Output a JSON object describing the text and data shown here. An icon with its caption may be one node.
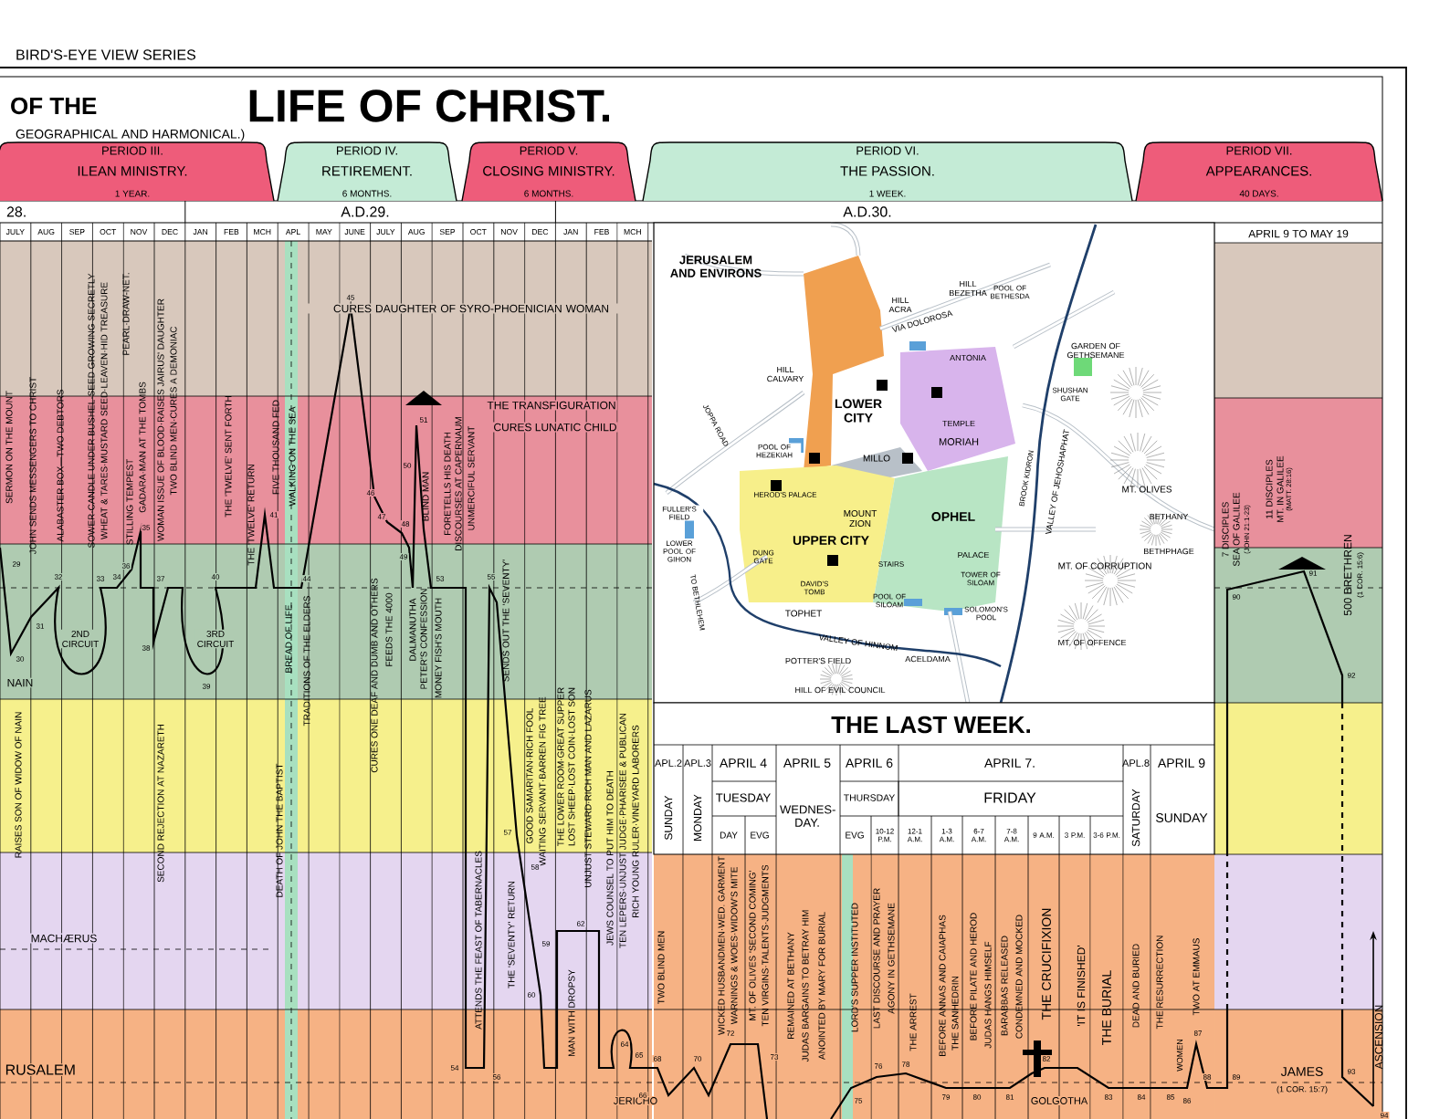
{
  "diagram": {
    "title": "LIFE OF CHRIST.",
    "nodes": [
      {
        "text": [
          "PERIOD III.",
          "ILEAN MINISTRY.",
          "1 YEAR."
        ]
      },
      {
        "text": [
          "PERIOD IV.",
          "RETIREMENT.",
          "6 MONTHS."
        ]
      },
      {
        "text": [
          "PERIOD V.",
          "CLOSING MINISTRY.",
          "6 MONTHS."
        ]
      },
      {
        "text": [
          "PERIOD VI.",
          "THE PASSION.",
          "1 WEEK."
        ]
      },
      {
        "text": [
          "PERIOD VII.",
          "APPEARANCES.",
          "40 DAYS."
        ]
      }
    ],
    "labels": [
      "BIRD'S-EYE VIEW SERIES",
      "OF THE",
      "GEOGRAPHICAL AND HARMONICAL.)",
      "28.",
      "A.D.29.",
      "A.D.30.",
      "JULY",
      "AUG",
      "SEP",
      "OCT",
      "NOV",
      "DEC",
      "JAN",
      "FEB",
      "MCH",
      "APL",
      "MAY",
      "JUNE",
      "JULY",
      "AUG",
      "SEP",
      "OCT",
      "NOV",
      "DEC",
      "JAN",
      "FEB",
      "MCH",
      "APRIL 9 TO MAY 19",
      "SERMON ON THE MOUNT",
      "JOHN SENDS MESSENGERS TO CHRIST",
      "ALABASTER BOX—TWO DEBTORS",
      "SOWER·CANDLE UNDER BUSHEL·SEED GROWING SECRETLY",
      "WHEAT & TARES·MUSTARD SEED·LEAVEN·HID TREASURE",
      "PEARL·DRAW-NET.",
      "STILLING TEMPEST",
      "GADARA·MAN AT THE TOMBS",
      "WOMAN ISSUE OF BLOOD·RAISES JAIRUS' DAUGHTER",
      "TWO BLIND MEN·CURES A DEMONIAC",
      "THE 'TWELVE' SENT FORTH",
      "THE 'TWELVE' RETURN",
      "FIVE THOUSAND FED",
      "WALKING ON THE SEA",
      "CURES DAUGHTER OF SYRO-PHOENICIAN WOMAN",
      "THE TRANSFIGURATION",
      "CURES LUNATIC CHILD",
      "BLIND MAN",
      "FORETELLS HIS DEATH",
      "DISCOURSES AT CAPERNAUM",
      "UNMERCIFUL SERVANT",
      "SENDS OUT THE 'SEVENTY'",
      "BREAD OF LIFE",
      "TRADITIONS OF THE ELDERS",
      "CURES ONE DEAF AND DUMB AND OTHERS",
      "FEEDS THE 4000",
      "DALMANUTHA",
      "PETER'S CONFESSION",
      "MONEY FISH'S MOUTH",
      "RAISES SON OF WIDOW OF NAIN",
      "SECOND REJECTION AT NAZARETH",
      "DEATH OF JOHN THE BAPTIST",
      "ATTENDS THE FEAST OF TABERNACLES",
      "THE 'SEVENTY' RETURN",
      "GOOD SAMARITAN·RICH FOOL",
      "WAITING SERVANT·BARREN FIG TREE",
      "THE LOWER ROOM·GREAT SUPPER",
      "LOST SHEEP·LOST COIN·LOST SON",
      "UNJUST STEWARD·RICH MAN AND LAZARUS",
      "JEWS COUNSEL TO PUT HIM TO DEATH",
      "TEN LEPERS·UNJUST JUDGE·PHARISEE & PUBLICAN",
      "RICH YOUNG RULER·VINEYARD LABORERS",
      "MAN WITH DROPSY",
      "TWO BLIND MEN",
      "WICKED HUSBANDMEN·WED. GARMENT",
      "WARNINGS & WOES·WIDOW'S MITE",
      "MT. OF OLIVES 'SECOND COMING'",
      "TEN VIRGINS·TALENTS·JUDGMENTS",
      "REMAINED AT BETHANY",
      "JUDAS BARGAINS TO BETRAY HIM",
      "ANOINTED BY MARY FOR BURIAL",
      "LORD'S SUPPER INSTITUTED",
      "LAST DISCOURSE AND PRAYER",
      "AGONY IN GETHSEMANE",
      "THE ARREST",
      "BEFORE ANNAS AND CAIAPHAS",
      "THE SANHEDRIN",
      "BEFORE PILATE AND HEROD",
      "JUDAS HANGS HIMSELF",
      "BARABBAS RELEASED",
      "CONDEMNED AND MOCKED",
      "THE CRUCIFIXION",
      "'IT IS FINISHED'",
      "THE BURIAL",
      "DEAD AND BURIED",
      "THE RESURRECTION",
      "WOMEN",
      "TWO AT EMMAUS",
      "7 DISCIPLES",
      "SEA OF GALILEE",
      "(JOHN 21:1-23)",
      "11 DISCIPLES",
      "MT. IN GALILEE",
      "(MATT. 28:16)",
      "500 BRETHREN",
      "(1 COR. 15:6)",
      "ASCENSION",
      "NAIN",
      "2ND CIRCUIT",
      "3RD CIRCUIT",
      "MACHÆRUS",
      "RUSALEM",
      "JERICHO",
      "GOLGOTHA",
      "JAMES",
      "(1 COR. 15:7)",
      "JERUSALEM AND ENVIRONS",
      "HILL BEZETHA",
      "HILL ACRA",
      "VIA DOLOROSA",
      "POOL OF BETHESDA",
      "ANTONIA",
      "GARDEN OF GETHSEMANE",
      "HILL CALVARY",
      "LOWER CITY",
      "TEMPLE",
      "MORIAH",
      "SHUSHAN GATE",
      "POOL OF HEZEKIAH",
      "MILLO",
      "HEROD'S PALACE",
      "MOUNT ZION",
      "OPHEL",
      "MT. OLIVES",
      "BETHANY",
      "FULLER'S FIELD",
      "LOWER POOL OF GIHON",
      "UPPER CITY",
      "DUNG GATE",
      "DAVID'S TOMB",
      "STAIRS",
      "PALACE",
      "TOWER OF SILOAM",
      "BETHPHAGE",
      "MT. OF CORRUPTION",
      "POOL OF SILOAM",
      "SOLOMON'S POOL",
      "TOPHET",
      "VALLEY OF HINNOM",
      "POTTER'S FIELD",
      "ACELDAMA",
      "MT. OF OFFENCE",
      "HILL OF EVIL COUNCIL",
      "JOPPA ROAD",
      "TO BETHLEHEM",
      "BROOK KIDRON",
      "VALLEY OF JEHOSHAPHAT",
      "THE LAST WEEK.",
      "APL.2",
      "APL.3",
      "APRIL 4",
      "APRIL 5",
      "APRIL 6",
      "APRIL 7.",
      "APL.8",
      "APRIL 9",
      "SUNDAY",
      "MONDAY",
      "TUESDAY",
      "WEDNES-DAY.",
      "THURSDAY",
      "FRIDAY",
      "SATURDAY",
      "SUNDAY",
      "DAY",
      "EVG",
      "EVG",
      "10-12 P.M.",
      "12-1 A.M.",
      "1-3 A.M.",
      "6-7 A.M.",
      "7-8 A.M.",
      "9 A.M.",
      "3 P.M.",
      "3-6 P.M.",
      "29",
      "30",
      "31",
      "32",
      "33",
      "34",
      "35",
      "36",
      "37",
      "38",
      "39",
      "40",
      "41",
      "44",
      "45",
      "46",
      "47",
      "48",
      "49",
      "50",
      "51",
      "53",
      "54",
      "55",
      "56",
      "57",
      "58",
      "59",
      "60",
      "62",
      "64",
      "65",
      "66",
      "68",
      "70",
      "72",
      "73",
      "75",
      "76",
      "78",
      "79",
      "80",
      "81",
      "82",
      "83",
      "84",
      "85",
      "86",
      "87",
      "88",
      "89",
      "90",
      "91",
      "92",
      "93",
      "94"
    ]
  }
}
